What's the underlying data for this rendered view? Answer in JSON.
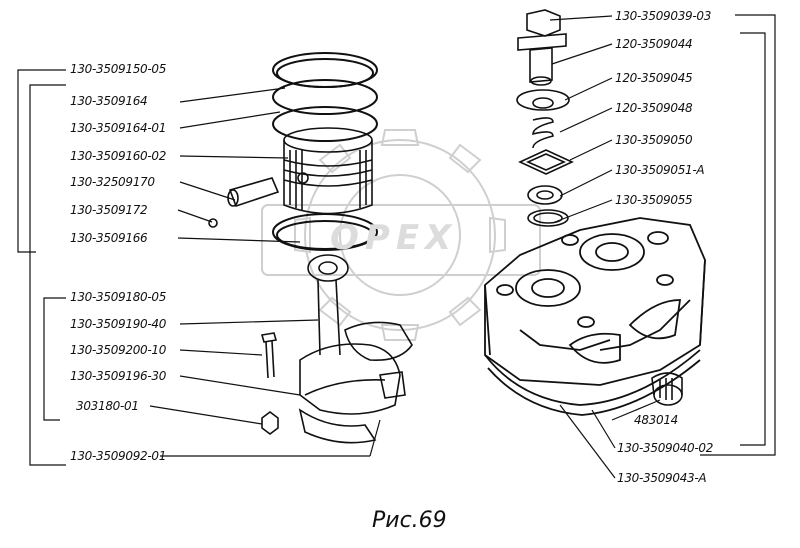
{
  "figure": {
    "caption": "Рис.69",
    "watermark": "OPEX",
    "labels_left": [
      {
        "id": "l1",
        "text": "130-3509150-05"
      },
      {
        "id": "l2",
        "text": "130-3509164"
      },
      {
        "id": "l3",
        "text": "130-3509164-01"
      },
      {
        "id": "l4",
        "text": "130-3509160-02"
      },
      {
        "id": "l5",
        "text": "130-32509170"
      },
      {
        "id": "l6",
        "text": "130-3509172"
      },
      {
        "id": "l7",
        "text": "130-3509166"
      },
      {
        "id": "l8",
        "text": "130-3509180-05"
      },
      {
        "id": "l9",
        "text": "130-3509190-40"
      },
      {
        "id": "l10",
        "text": "130-3509200-10"
      },
      {
        "id": "l11",
        "text": "130-3509196-30"
      },
      {
        "id": "l12",
        "text": "303180-01"
      },
      {
        "id": "l13",
        "text": "130-3509092-01"
      }
    ],
    "labels_right": [
      {
        "id": "r1",
        "text": "130-3509039-03"
      },
      {
        "id": "r2",
        "text": "120-3509044"
      },
      {
        "id": "r3",
        "text": "120-3509045"
      },
      {
        "id": "r4",
        "text": "120-3509048"
      },
      {
        "id": "r5",
        "text": "130-3509050"
      },
      {
        "id": "r6",
        "text": "130-3509051-А"
      },
      {
        "id": "r7",
        "text": "130-3509055"
      },
      {
        "id": "r8",
        "text": "483014"
      },
      {
        "id": "r9",
        "text": "130-3509040-02"
      },
      {
        "id": "r10",
        "text": "130-3509043-А"
      }
    ]
  }
}
